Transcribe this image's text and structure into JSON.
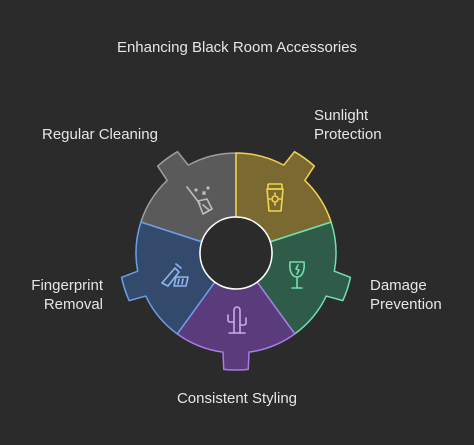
{
  "title": "Enhancing Black Room Accessories",
  "segments": [
    {
      "key": "regular_cleaning",
      "label": "Regular Cleaning",
      "fill": "#5a5a5a",
      "stroke": "#9e9e9e",
      "icon": "broom-icon"
    },
    {
      "key": "sunlight_protection",
      "label_line1": "Sunlight",
      "label_line2": "Protection",
      "fill": "#7a6a32",
      "stroke": "#f2d34e",
      "icon": "sunscreen-bottle-icon"
    },
    {
      "key": "damage_prevention",
      "label_line1": "Damage",
      "label_line2": "Prevention",
      "fill": "#2f5c49",
      "stroke": "#6fe0b0",
      "icon": "wine-glass-icon"
    },
    {
      "key": "consistent_styling",
      "label": "Consistent Styling",
      "fill": "#5a3b7c",
      "stroke": "#a77ce6",
      "icon": "cactus-icon"
    },
    {
      "key": "fingerprint_removal",
      "label_line1": "Fingerprint",
      "label_line2": "Removal",
      "fill": "#344a6d",
      "stroke": "#6a9ee8",
      "icon": "cleaning-cloth-icon"
    }
  ]
}
